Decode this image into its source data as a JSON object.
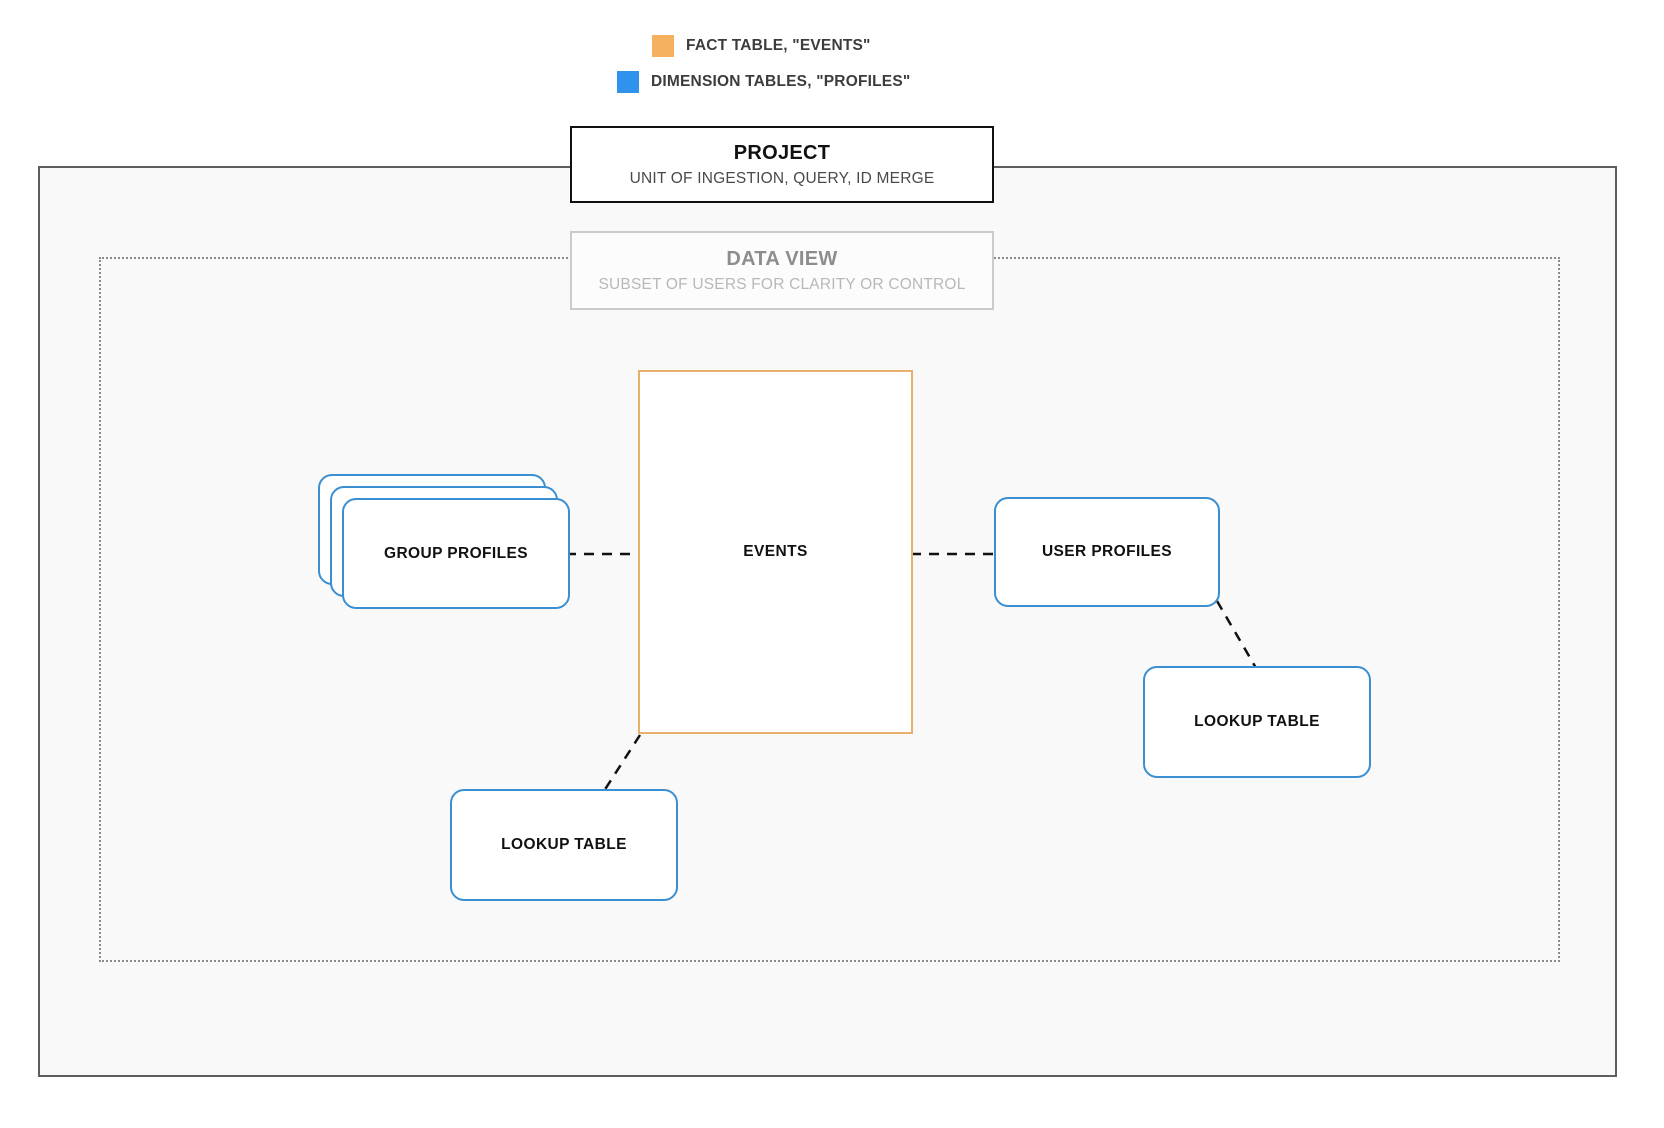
{
  "legend": {
    "items": [
      {
        "icon": "orange-square-swatch",
        "color": "#f5b060",
        "label": "FACT TABLE, \"EVENTS\""
      },
      {
        "icon": "blue-square-swatch",
        "color": "#2f93ed",
        "label": "DIMENSION TABLES, \"PROFILES\""
      }
    ]
  },
  "project": {
    "title": "PROJECT",
    "subtitle": "UNIT OF INGESTION, QUERY, ID MERGE",
    "border_color": "#111111"
  },
  "data_view": {
    "title": "DATA VIEW",
    "subtitle": "SUBSET OF USERS FOR CLARITY OR CONTROL",
    "border_color": "#cbcbcb"
  },
  "nodes": {
    "events": {
      "label": "EVENTS",
      "type": "fact-table",
      "color": "#e8b06a"
    },
    "group_profiles": {
      "label": "GROUP PROFILES",
      "type": "dimension-table-stack",
      "color": "#3b8fd0",
      "stack_count": 3
    },
    "user_profiles": {
      "label": "USER PROFILES",
      "type": "dimension-table",
      "color": "#3b8fd0"
    },
    "lookup_table_right": {
      "label": "LOOKUP TABLE",
      "type": "dimension-table",
      "color": "#3b8fd0"
    },
    "lookup_table_left": {
      "label": "LOOKUP TABLE",
      "type": "dimension-table",
      "color": "#3b8fd0"
    }
  },
  "connectors": [
    {
      "name": "group-profiles-to-events",
      "from": "group_profiles",
      "to": "events",
      "style": "dashed"
    },
    {
      "name": "events-to-user-profiles",
      "from": "events",
      "to": "user_profiles",
      "style": "dashed"
    },
    {
      "name": "user-profiles-to-lookup-right",
      "from": "user_profiles",
      "to": "lookup_table_right",
      "style": "dashed"
    },
    {
      "name": "events-to-lookup-left",
      "from": "events",
      "to": "lookup_table_left",
      "style": "dashed"
    }
  ]
}
